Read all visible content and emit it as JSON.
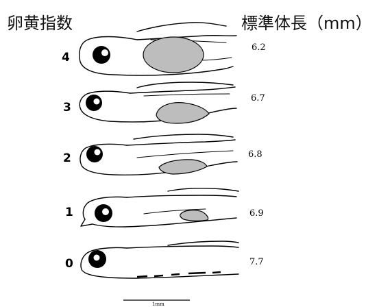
{
  "header": {
    "left_title": "卵黄指数",
    "right_title": "標準体長（mm）"
  },
  "larvae": [
    {
      "index": "4",
      "length": "6.2"
    },
    {
      "index": "3",
      "length": "6.7"
    },
    {
      "index": "2",
      "length": "6.8"
    },
    {
      "index": "1",
      "length": "6.9"
    },
    {
      "index": "0",
      "length": "7.7"
    }
  ],
  "scale_bar": {
    "label": "1mm"
  },
  "colors": {
    "yolk": "#bdbdbd",
    "outline": "#000000"
  }
}
